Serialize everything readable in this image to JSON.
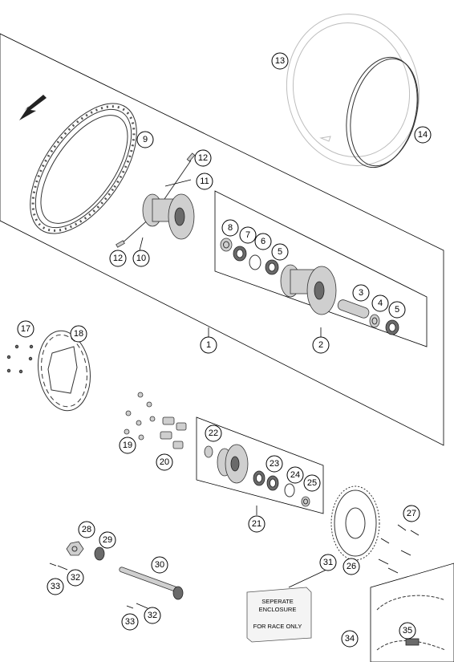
{
  "callouts": [
    {
      "id": "c1",
      "label": "1"
    },
    {
      "id": "c2",
      "label": "2"
    },
    {
      "id": "c3",
      "label": "3"
    },
    {
      "id": "c4",
      "label": "4"
    },
    {
      "id": "c5a",
      "label": "5"
    },
    {
      "id": "c5b",
      "label": "5"
    },
    {
      "id": "c6",
      "label": "6"
    },
    {
      "id": "c7",
      "label": "7"
    },
    {
      "id": "c8",
      "label": "8"
    },
    {
      "id": "c9",
      "label": "9"
    },
    {
      "id": "c10",
      "label": "10"
    },
    {
      "id": "c11",
      "label": "11"
    },
    {
      "id": "c12a",
      "label": "12"
    },
    {
      "id": "c12b",
      "label": "12"
    },
    {
      "id": "c13",
      "label": "13"
    },
    {
      "id": "c14",
      "label": "14"
    },
    {
      "id": "c17",
      "label": "17"
    },
    {
      "id": "c18",
      "label": "18"
    },
    {
      "id": "c19",
      "label": "19"
    },
    {
      "id": "c20",
      "label": "20"
    },
    {
      "id": "c21",
      "label": "21"
    },
    {
      "id": "c22",
      "label": "22"
    },
    {
      "id": "c23",
      "label": "23"
    },
    {
      "id": "c24",
      "label": "24"
    },
    {
      "id": "c25",
      "label": "25"
    },
    {
      "id": "c26",
      "label": "26"
    },
    {
      "id": "c27",
      "label": "27"
    },
    {
      "id": "c28",
      "label": "28"
    },
    {
      "id": "c29",
      "label": "29"
    },
    {
      "id": "c30",
      "label": "30"
    },
    {
      "id": "c31",
      "label": "31"
    },
    {
      "id": "c32a",
      "label": "32"
    },
    {
      "id": "c32b",
      "label": "32"
    },
    {
      "id": "c33a",
      "label": "33"
    },
    {
      "id": "c33b",
      "label": "33"
    },
    {
      "id": "c34",
      "label": "34"
    },
    {
      "id": "c35",
      "label": "35"
    }
  ],
  "enclosure_note": {
    "line1": "SEPERATE",
    "line2": "ENCLOSURE",
    "line3": "FOR RACE ONLY"
  },
  "icons": {
    "direction_arrow": "bold-arrow-left-icon"
  }
}
